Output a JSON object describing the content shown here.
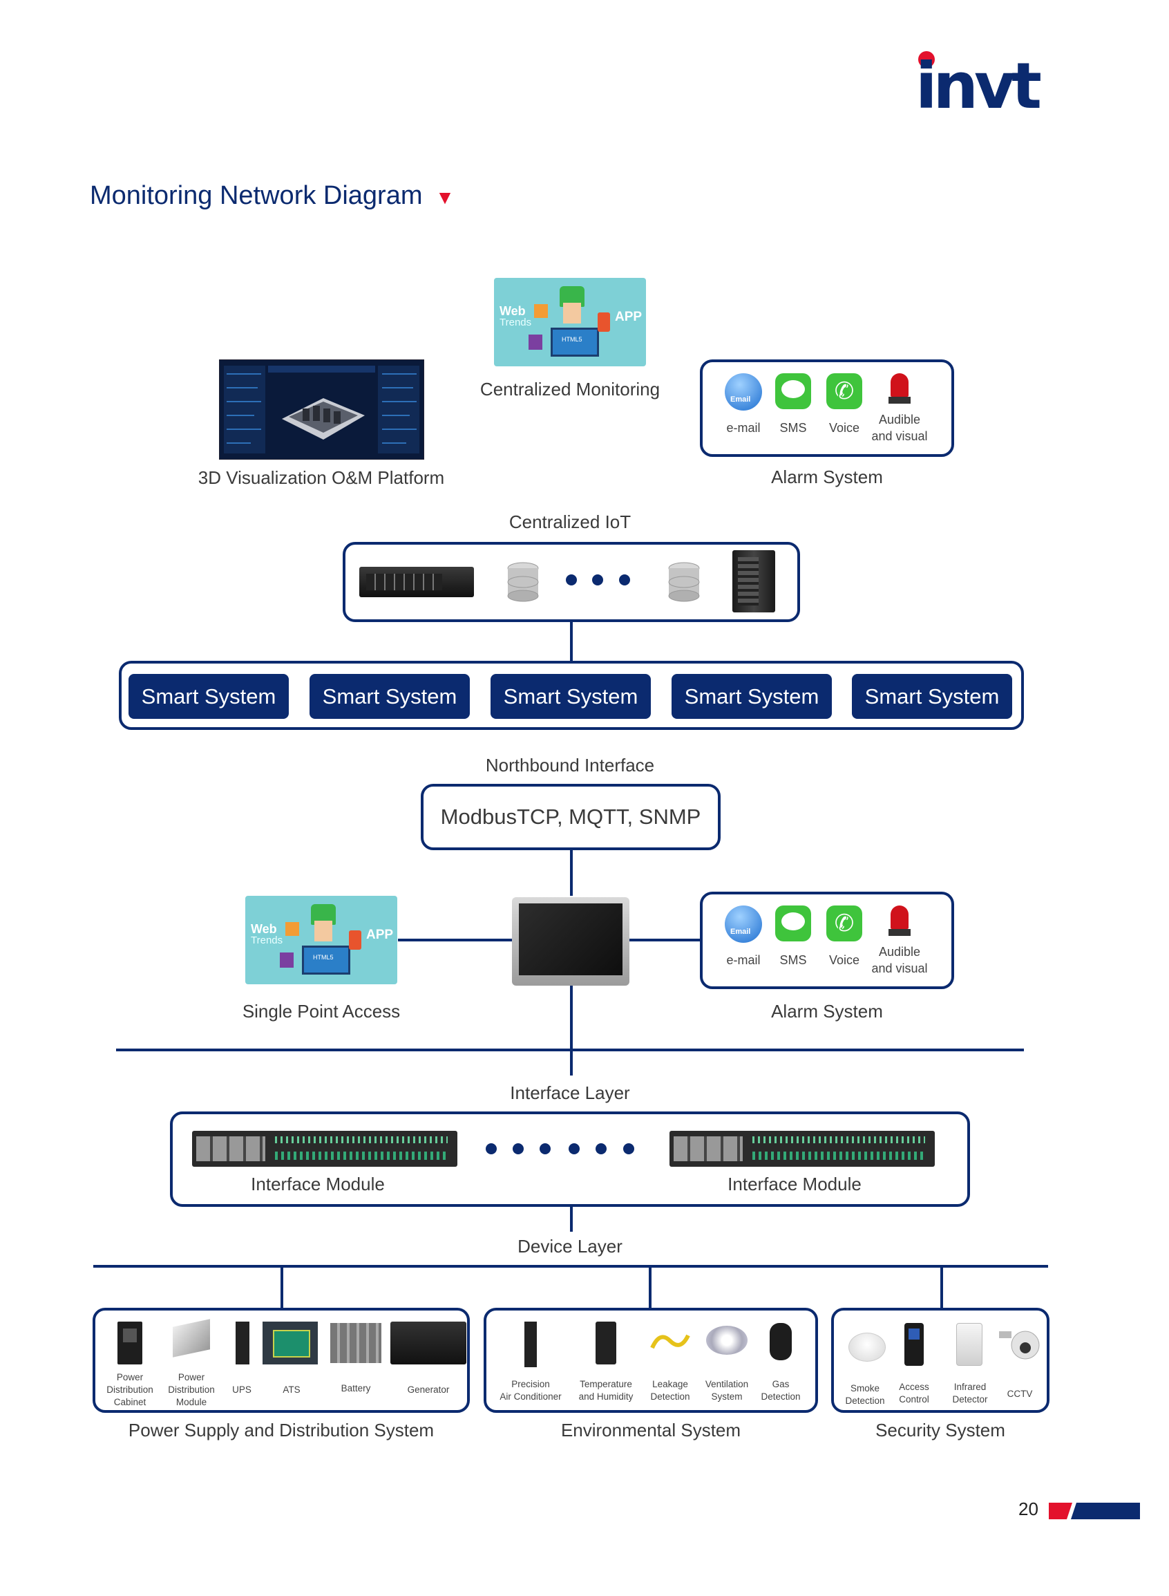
{
  "brand": {
    "logo": "invt",
    "accent": "#e3112c",
    "navy": "#0b2a6f"
  },
  "header": {
    "title": "Monitoring Network Diagram"
  },
  "top": {
    "visualization_label": "3D Visualization O&M Platform",
    "centralized_monitoring_label": "Centralized Monitoring",
    "app_image": {
      "web": "Web",
      "trends": "Trends",
      "app": "APP",
      "html5": "HTML5"
    },
    "alarm": {
      "items": [
        "e-mail",
        "SMS",
        "Voice",
        "Audible",
        "and visual"
      ],
      "caption": "Alarm System",
      "email_icon_text": "Email"
    }
  },
  "iot": {
    "label": "Centralized IoT"
  },
  "smart_systems": [
    "Smart System",
    "Smart System",
    "Smart System",
    "Smart System",
    "Smart System"
  ],
  "northbound": {
    "label": "Northbound Interface",
    "protocols": "ModbusTCP, MQTT, SNMP"
  },
  "middle": {
    "single_point_label": "Single Point Access",
    "app_image": {
      "web": "Web",
      "trends": "Trends",
      "app": "APP",
      "html5": "HTML5"
    },
    "alarm": {
      "items": [
        "e-mail",
        "SMS",
        "Voice",
        "Audible",
        "and visual"
      ],
      "caption": "Alarm System",
      "email_icon_text": "Email"
    }
  },
  "interface_layer": {
    "label": "Interface  Layer",
    "modules": [
      "Interface Module",
      "Interface Module"
    ]
  },
  "device_layer": {
    "label": "Device  Layer"
  },
  "groups": {
    "power": {
      "caption": "Power Supply and Distribution System",
      "items": [
        {
          "l1": "Power",
          "l2": "Distribution",
          "l3": "Cabinet"
        },
        {
          "l1": "Power",
          "l2": "Distribution",
          "l3": "Module"
        },
        {
          "l1": "UPS"
        },
        {
          "l1": "ATS"
        },
        {
          "l1": "Battery"
        },
        {
          "l1": "Generator"
        }
      ]
    },
    "environmental": {
      "caption": "Environmental  System",
      "items": [
        {
          "l1": "Precision",
          "l2": "Air Conditioner"
        },
        {
          "l1": "Temperature",
          "l2": "and Humidity"
        },
        {
          "l1": "Leakage",
          "l2": "Detection"
        },
        {
          "l1": "Ventilation",
          "l2": "System"
        },
        {
          "l1": "Gas",
          "l2": "Detection"
        }
      ]
    },
    "security": {
      "caption": "Security System",
      "items": [
        {
          "l1": "Smoke",
          "l2": "Detection"
        },
        {
          "l1": "Access",
          "l2": "Control"
        },
        {
          "l1": "Infrared",
          "l2": "Detector"
        },
        {
          "l1": "CCTV"
        }
      ]
    }
  },
  "footer": {
    "page_number": "20"
  }
}
